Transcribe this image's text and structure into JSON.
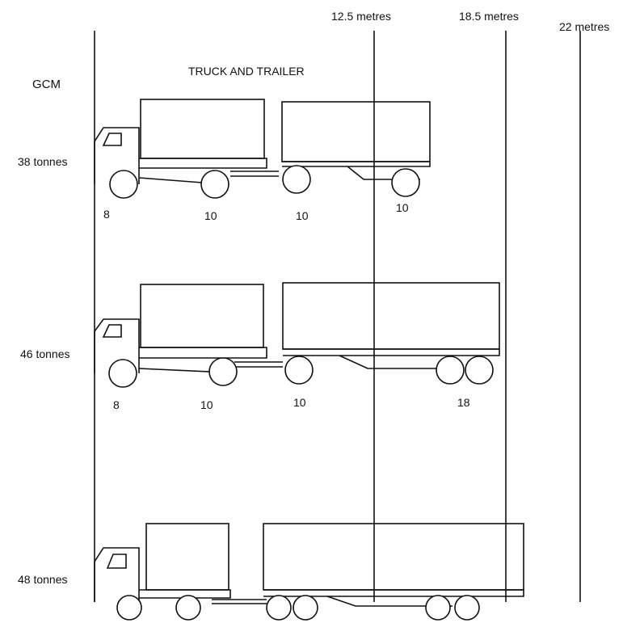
{
  "title": "TRUCK AND TRAILER",
  "gcm_label": "GCM",
  "distance_markers": [
    "12.5 metres",
    "18.5 metres",
    "22 metres"
  ],
  "vehicles": [
    {
      "weight": "38 tonnes",
      "axle_loads": [
        "8",
        "10",
        "10",
        "10"
      ]
    },
    {
      "weight": "46 tonnes",
      "axle_loads": [
        "8",
        "10",
        "10",
        "18"
      ]
    },
    {
      "weight": "48 tonnes",
      "axle_loads": []
    }
  ],
  "colors": {
    "line": "#111111",
    "background": "#ffffff"
  }
}
